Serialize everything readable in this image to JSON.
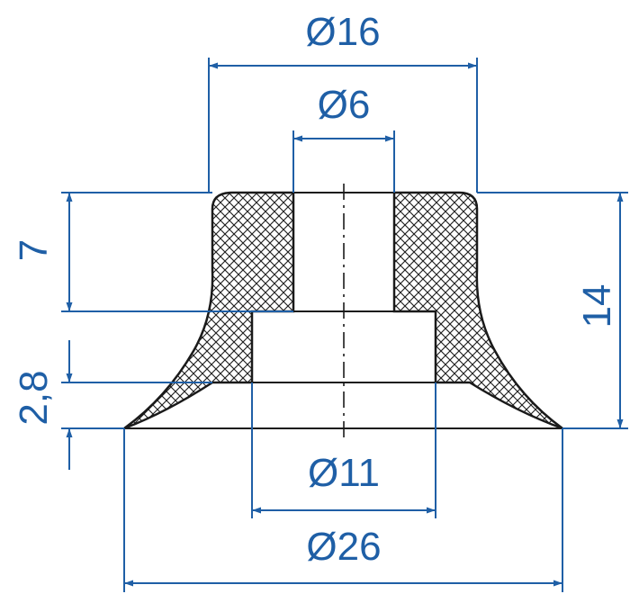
{
  "drawing": {
    "colors": {
      "dimension": "#1f5fa6",
      "outline": "#1a1a1a",
      "hatch": "#1a1a1a",
      "background": "#ffffff"
    },
    "dimensions": {
      "d_top": "Ø16",
      "d_hole": "Ø6",
      "d_recess": "Ø11",
      "d_base": "Ø26",
      "h_upper": "7",
      "h_lip": "2,8",
      "h_total": "14"
    }
  }
}
